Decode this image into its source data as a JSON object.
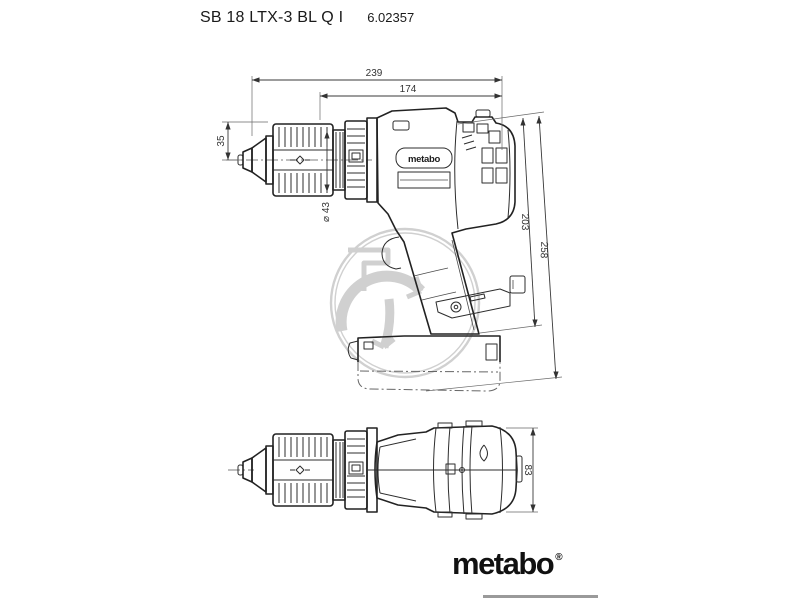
{
  "header": {
    "title": "SB 18 LTX-3 BL Q I",
    "sku": "6.02357"
  },
  "drawing": {
    "body_label": "metabo",
    "watermark_icon": "circular-watermark-logo",
    "dimensions": {
      "overall_length": "239",
      "housing_length": "174",
      "chuck_axis_height": "35",
      "collar_diameter": "⌀ 43",
      "height_to_hook": "203",
      "overall_height": "258",
      "housing_width": "83"
    }
  },
  "footer": {
    "brand": "metabo",
    "registered": "®"
  }
}
